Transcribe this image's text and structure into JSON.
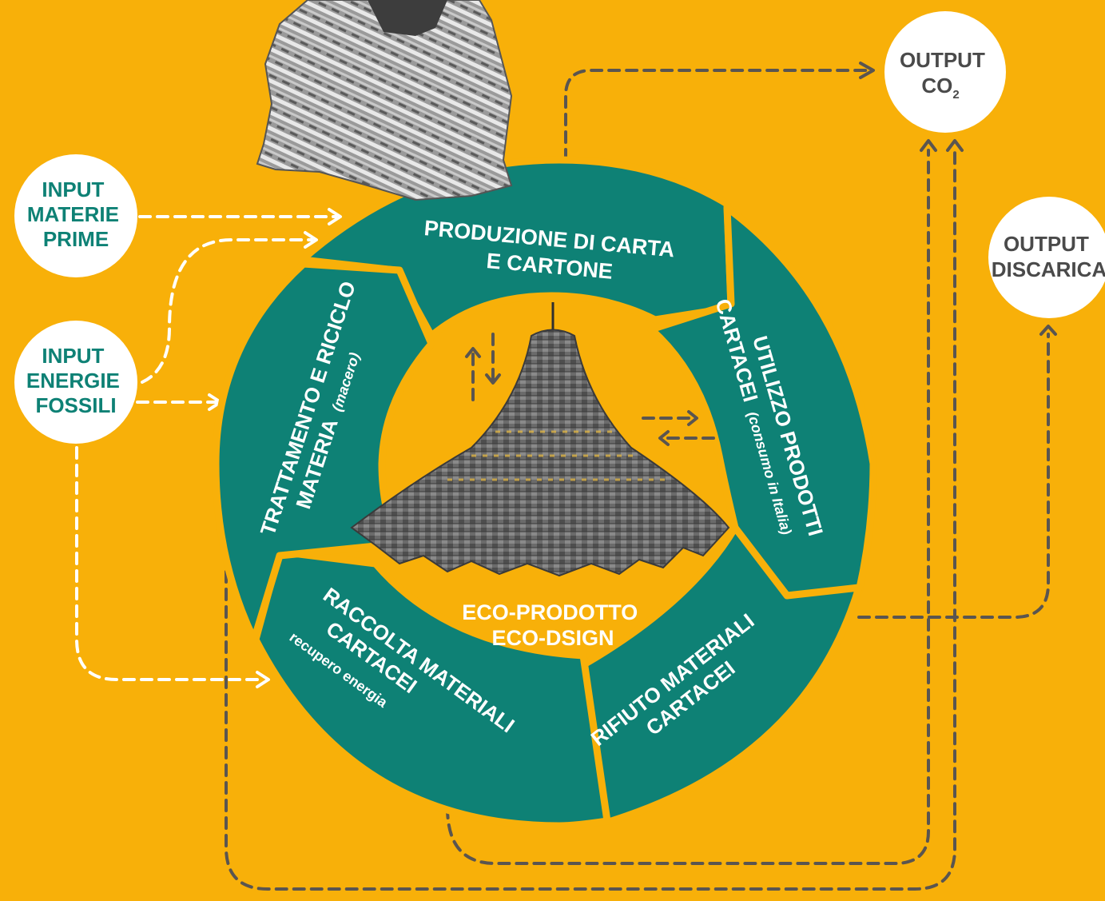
{
  "colors": {
    "background": "#F8B009",
    "ring": "#0E8175",
    "node": "#FFFFFF",
    "input_text": "#0E8175",
    "output_text": "#4A4A4A",
    "input_flow": "#FFFFFF",
    "output_flow": "#5A5550"
  },
  "inputs": {
    "materie_prime": [
      "INPUT",
      "MATERIE",
      "PRIME"
    ],
    "energie_fossili": [
      "INPUT",
      "ENERGIE",
      "FOSSILI"
    ]
  },
  "outputs": {
    "co2": {
      "line1": "OUTPUT",
      "line2": "CO",
      "sub": "2"
    },
    "discarica": [
      "OUTPUT",
      "DISCARICA"
    ]
  },
  "segments": {
    "produzione": [
      "PRODUZIONE DI CARTA",
      "E CARTONE"
    ],
    "utilizzo": {
      "line1": "UTILIZZO PRODOTTI",
      "line2": "CARTACEI",
      "note": "(consumo in Italia)"
    },
    "rifiuto": [
      "RIFIUTO MATERIALI",
      "CARTACEI"
    ],
    "raccolta": {
      "line1": "RACCOLTA MATERIALI",
      "line2": "CARTACEI",
      "note": "recupero energia"
    },
    "trattamento": {
      "line1": "TRATTAMENTO E RICICLO",
      "line2": "MATERIA",
      "note": "(macero)"
    }
  },
  "center": [
    "ECO-PRODOTTO",
    "ECO-DSIGN"
  ],
  "images": {
    "top": "paper-bale-photo",
    "center": "cardboard-lamp-photo"
  }
}
